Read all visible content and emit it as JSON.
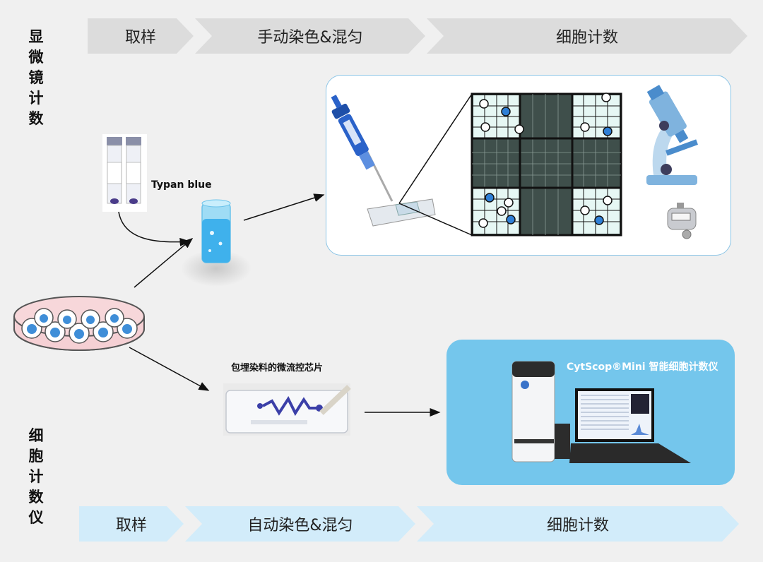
{
  "side_labels": {
    "microscope": "显\n微\n镜\n计\n数",
    "counter": "细\n胞\n计\n数\n仪"
  },
  "top_steps": [
    "取样",
    "手动染色&混匀",
    "细胞计数"
  ],
  "bottom_steps": [
    "取样",
    "自动染色&混匀",
    "细胞计数"
  ],
  "labels": {
    "typan_blue": "Typan blue",
    "chip": "包埋染料的微流控芯片",
    "device": "CytScop®Mini 智能细胞计数仪"
  },
  "colors": {
    "top_step_bg": "#dcdcdc",
    "bottom_step_bg": "#d2ecfa",
    "panel_border": "#8cc5e6",
    "device_panel_bg": "#74c6ec",
    "dead_cell_blue": "#2f7fd6",
    "grid_dark": "#3f4f4b",
    "grid_light": "#e6f7f4"
  },
  "icons": [
    "stain-vials-icon",
    "test-tube-icon",
    "petri-dish-icon",
    "pipette-icon",
    "slide-icon",
    "hemocytometer-grid-icon",
    "microscope-icon",
    "tally-counter-icon",
    "microfluidic-chip-icon",
    "cell-counter-device-icon",
    "laptop-icon"
  ]
}
